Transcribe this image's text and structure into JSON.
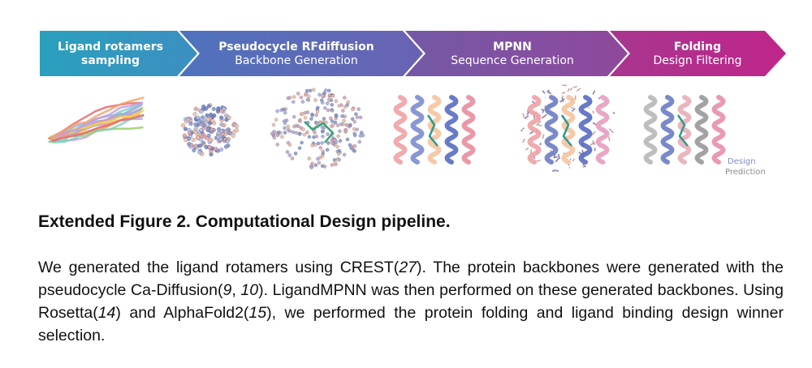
{
  "pipeline": {
    "stages": [
      {
        "title": "Ligand rotamers",
        "title2": "sampling",
        "color": "#2a9bbd"
      },
      {
        "title": "Pseudocycle RFdiffusion",
        "subtitle": "Backbone Generation",
        "color": "#5b6ab8"
      },
      {
        "title": "MPNN",
        "subtitle": "Sequence Generation",
        "color": "#7b55a2"
      },
      {
        "title": "Folding",
        "subtitle": "Design Filtering",
        "color": "#b52a8c"
      }
    ],
    "legend": {
      "design": "Design",
      "prediction": "Prediction"
    }
  },
  "caption": {
    "title": "Extended Figure 2. Computational Design pipeline.",
    "body_parts": [
      "We generated the ligand rotamers using CREST(",
      "27",
      "). The protein backbones were generated with the pseudocycle Ca-Diffusion(",
      "9",
      ", ",
      "10",
      "). LigandMPNN was then performed on these generated backbones. Using Rosetta(",
      "14",
      ") and AlphaFold2(",
      "15",
      "), we performed the protein folding and ligand binding design winner selection."
    ]
  }
}
